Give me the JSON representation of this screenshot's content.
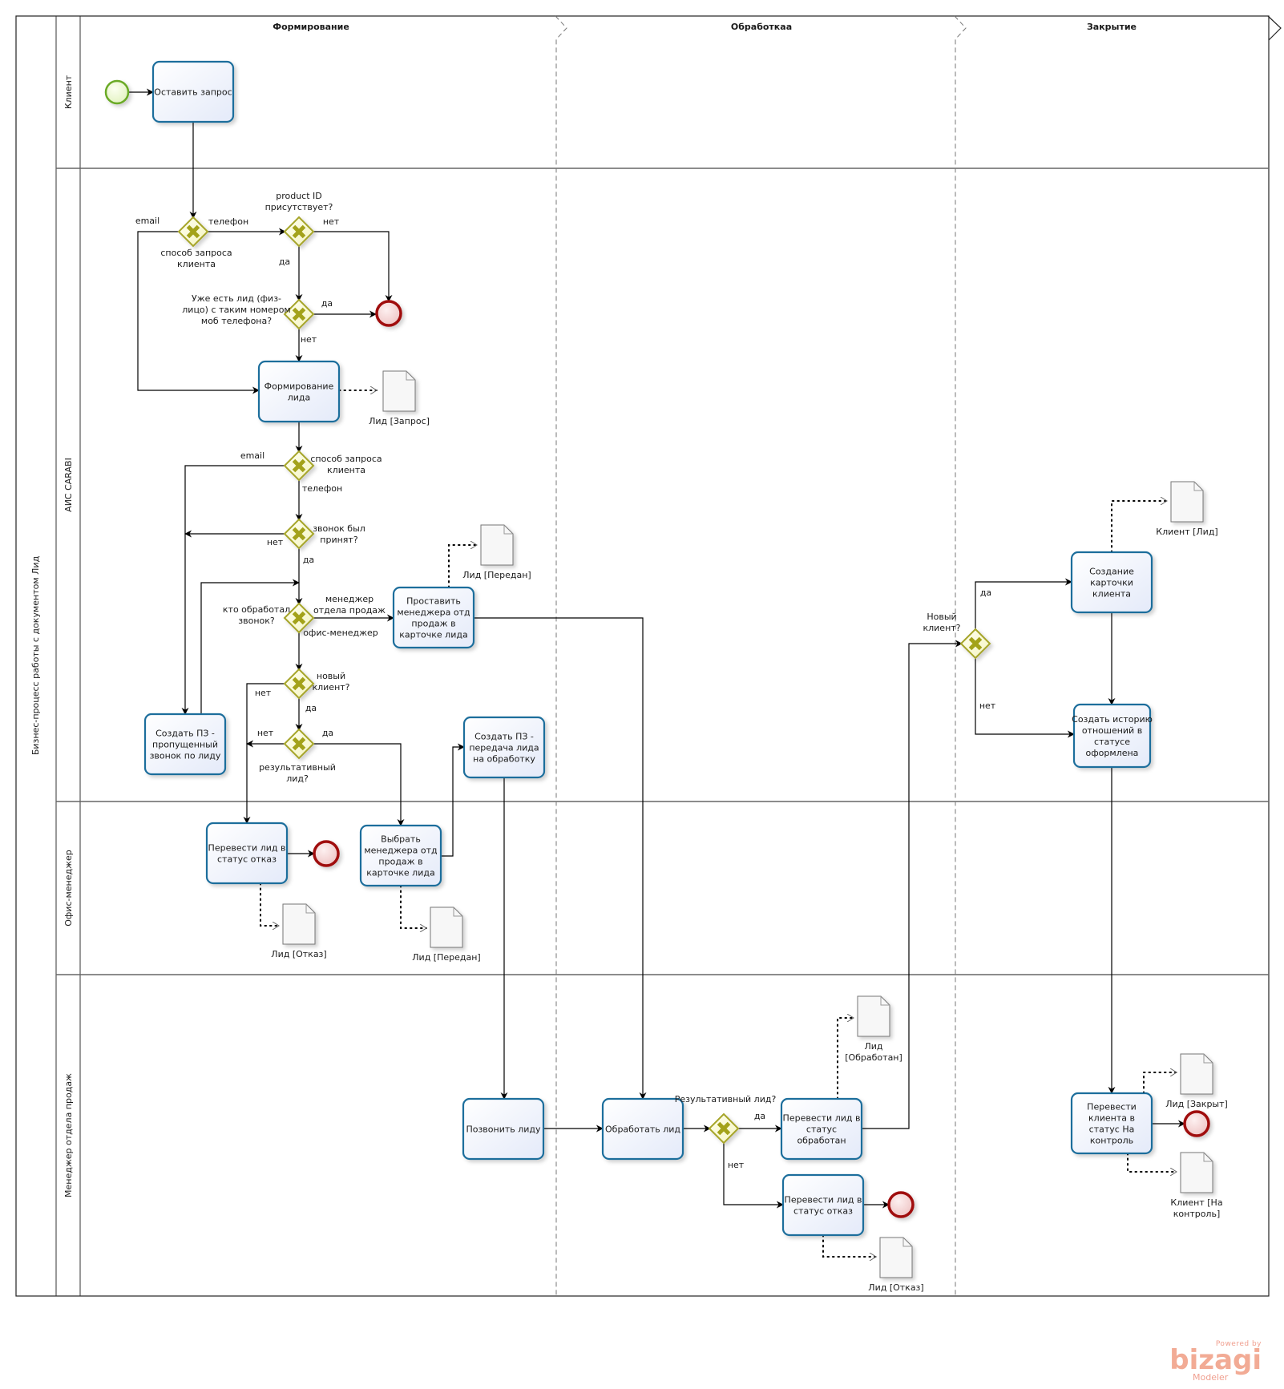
{
  "pool": {
    "title": "Бизнес-процесс работы с документом Лид"
  },
  "lanes": [
    {
      "id": "client",
      "label": "Клиент"
    },
    {
      "id": "ais",
      "label": "АИС   CARABI"
    },
    {
      "id": "office",
      "label": "Офис-менеджер"
    },
    {
      "id": "sales",
      "label": "Менеджер отдела продаж"
    }
  ],
  "phases": [
    {
      "id": "forming",
      "label": "Формирование"
    },
    {
      "id": "processing",
      "label": "Обработкаа"
    },
    {
      "id": "closing",
      "label": "Закрытие"
    }
  ],
  "tasks": {
    "leave_request": "Оставить запрос",
    "form_lead": "Формирование лида",
    "set_manager": "Проставить менеджера отд продаж в карточке лида",
    "create_pz_missed": "Создать ПЗ - пропущенный звонок по лиду",
    "create_pz_transfer": "Создать ПЗ - передача лида на обработку",
    "office_reject": "Перевести лид в статус отказ",
    "choose_manager": "Выбрать менеджера отд продаж в карточке лида",
    "call_lead": "Позвонить лиду",
    "process_lead": "Обработать лид",
    "set_processed": "Перевести лид в статус обработан",
    "sales_reject": "Перевести лид в статус отказ",
    "create_client_card": "Создание карточки клиента",
    "create_history": "Создать историю отношений в статусе оформлена",
    "set_control": "Перевести клиента в статус На контроль"
  },
  "gateways": {
    "g1": "способ запроса клиента",
    "g2": "product ID присутствует?",
    "g3": "Уже есть лид (физ-лицо) с таким номером моб телефона?",
    "g4": "способ запроса клиента",
    "g5": "звонок был принят?",
    "g6": "кто обработал звонок?",
    "g7": "новый клиент?",
    "g8": "результативный лид?",
    "g9": "Результативный лид?",
    "g10": "Новый клиент?"
  },
  "flow_labels": {
    "g1_email": "email",
    "g1_phone": "телефон",
    "g2_no": "нет",
    "g2_yes": "да",
    "g3_yes": "да",
    "g3_no": "нет",
    "g4_email": "email",
    "g4_phone": "телефон",
    "g5_no": "нет",
    "g5_yes": "да",
    "g6_sales": "менеджер отдела продаж",
    "g6_office": "офис-менеджер",
    "g7_no": "нет",
    "g7_yes": "да",
    "g8_no": "нет",
    "g8_yes": "да",
    "g9_yes": "да",
    "g9_no": "нет",
    "g10_yes": "да",
    "g10_no": "нет"
  },
  "documents": {
    "d_request": "Лид [Запрос]",
    "d_transferred1": "Лид [Передан]",
    "d_rejected1": "Лид [Отказ]",
    "d_transferred2": "Лид [Передан]",
    "d_processed": "Лид [Обработан]",
    "d_rejected2": "Лид [Отказ]",
    "d_client_lead": "Клиент [Лид]",
    "d_closed": "Лид [Закрыт]",
    "d_client_control": "Клиент [На контроль]"
  },
  "watermark": {
    "powered": "Powered by",
    "brand": "bizagi",
    "product": "Modeler"
  },
  "colors": {
    "task_stroke": "#1f6e9c",
    "task_fill_top": "#ffffff",
    "task_fill_bottom": "#e6ecfa",
    "gateway_stroke": "#a6a52a",
    "gateway_fill": "#fbfbd0",
    "gateway_mark": "#a3a21a",
    "start_stroke": "#6aaa25",
    "start_fill": "#eff9d8",
    "end_stroke": "#a00f0f",
    "end_fill": "#f6d6d6",
    "watermark": "#f2ab95"
  }
}
